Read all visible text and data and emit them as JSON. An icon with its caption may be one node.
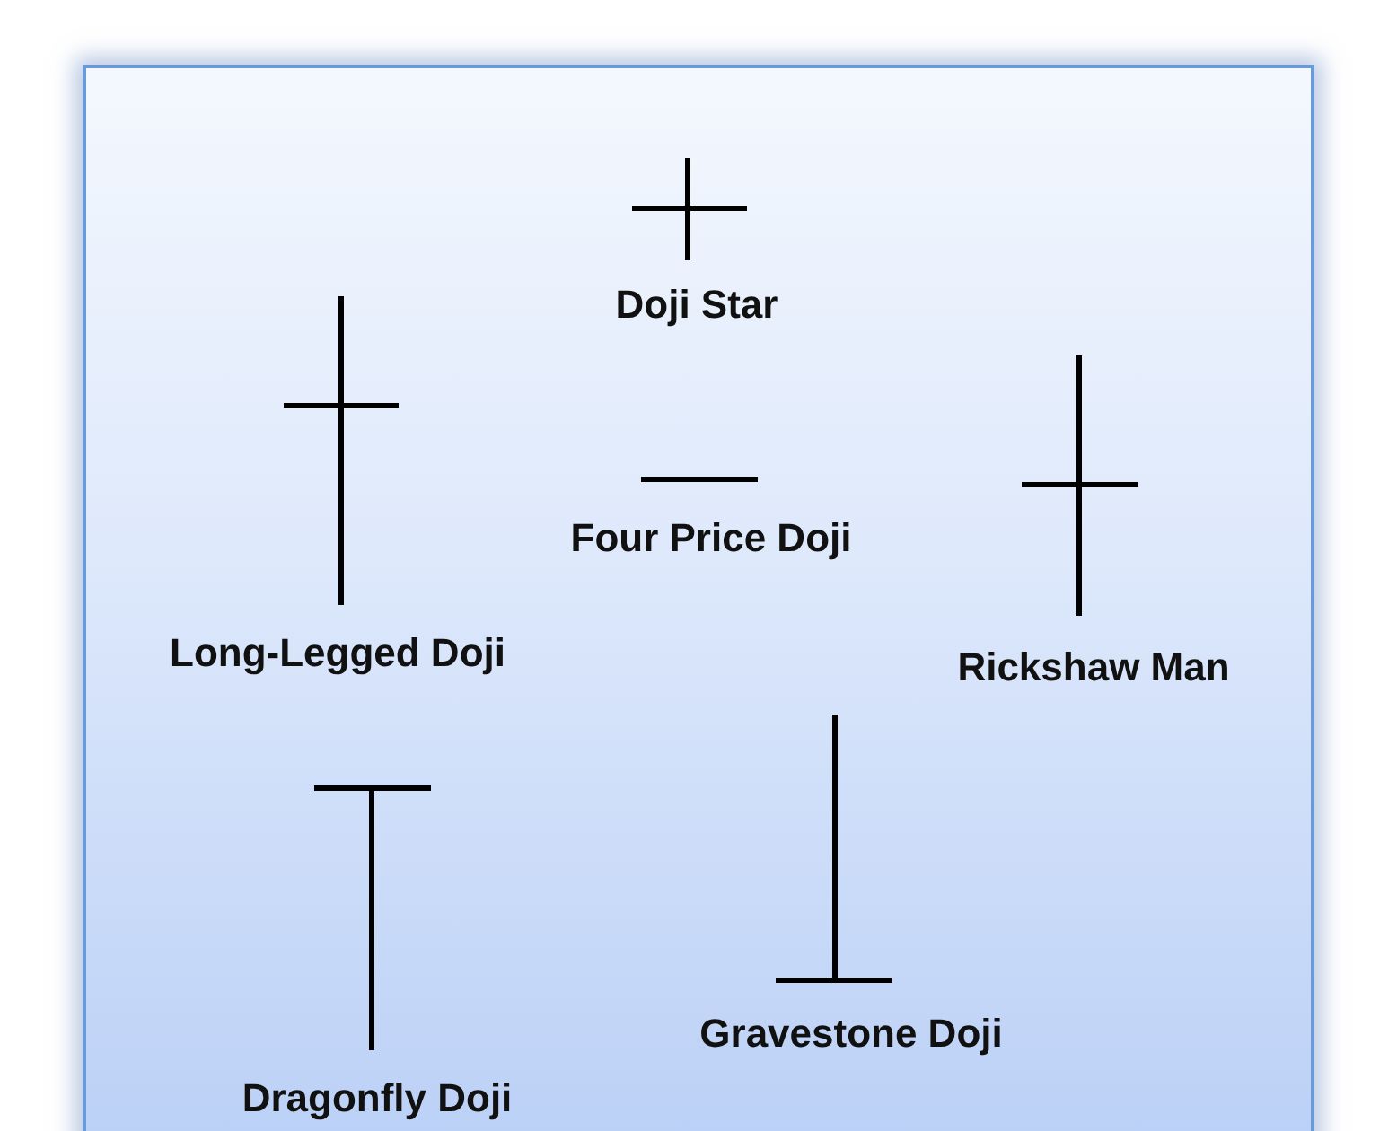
{
  "diagram": {
    "labels": [
      "Doji Star",
      "Long-Legged Doji",
      "Four Price Doji",
      "Rickshaw Man",
      "Dragonfly Doji",
      "Gravestone Doji"
    ]
  }
}
